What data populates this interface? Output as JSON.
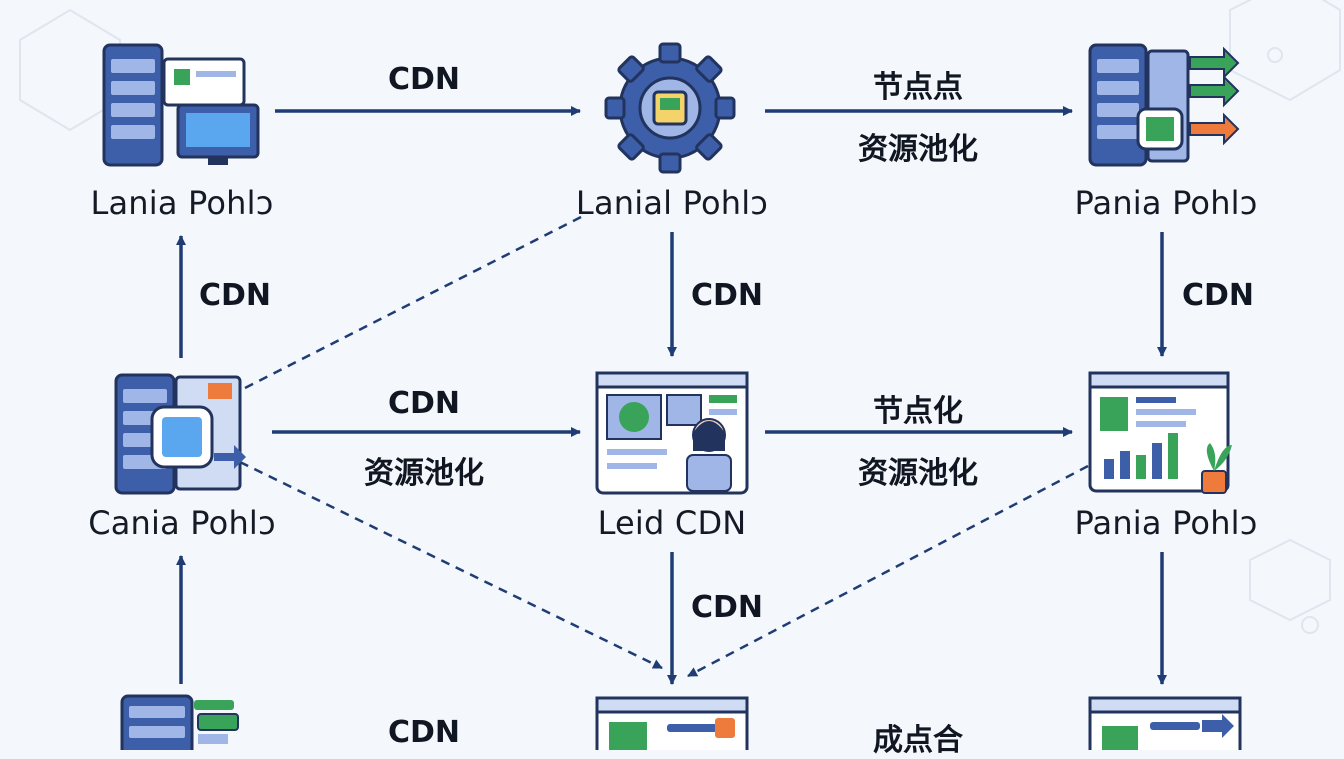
{
  "colors": {
    "arrow": "#1f3d74",
    "icon_blue": "#3d5ea8",
    "icon_light": "#9fb6e6",
    "accent_green": "#3aa35a",
    "accent_orange": "#ee7a3c",
    "background": "#f4f7fb"
  },
  "nodes": {
    "top_left": {
      "label": "Lania Pohlↄ",
      "icon": "server-monitor-icon"
    },
    "top_mid": {
      "label": "Lanial Pohlↄ",
      "icon": "gear-chip-icon"
    },
    "top_right": {
      "label": "Pania Pohlↄ",
      "icon": "server-arrows-icon"
    },
    "mid_left": {
      "label": "Cania Pohlↄ",
      "icon": "server-watch-icon"
    },
    "mid_mid": {
      "label": "Leid CDN",
      "icon": "presenter-screen-icon"
    },
    "mid_right": {
      "label": "Pania Pohlↄ",
      "icon": "dashboard-chart-icon"
    },
    "bot_left": {
      "icon": "server-cards-icon"
    },
    "bot_mid": {
      "icon": "browser-window-icon"
    },
    "bot_right": {
      "icon": "browser-window-icon"
    }
  },
  "edges": {
    "tl_tm": {
      "label": "CDN"
    },
    "tm_tr": {
      "label": "节点点",
      "label2": "资源池化"
    },
    "ml_tl": {
      "label": "CDN"
    },
    "tm_mm": {
      "label": "CDN"
    },
    "tr_mr": {
      "label": "CDN"
    },
    "ml_mm": {
      "label": "CDN",
      "label2": "资源池化"
    },
    "mm_mr": {
      "label": "节点化",
      "label2": "资源池化"
    },
    "mm_bm": {
      "label": "CDN"
    },
    "bl_ml": {
      "label": ""
    },
    "mr_br": {
      "label": ""
    },
    "bl_bm": {
      "label": "CDN"
    },
    "bm_br": {
      "label": "成点合"
    }
  }
}
